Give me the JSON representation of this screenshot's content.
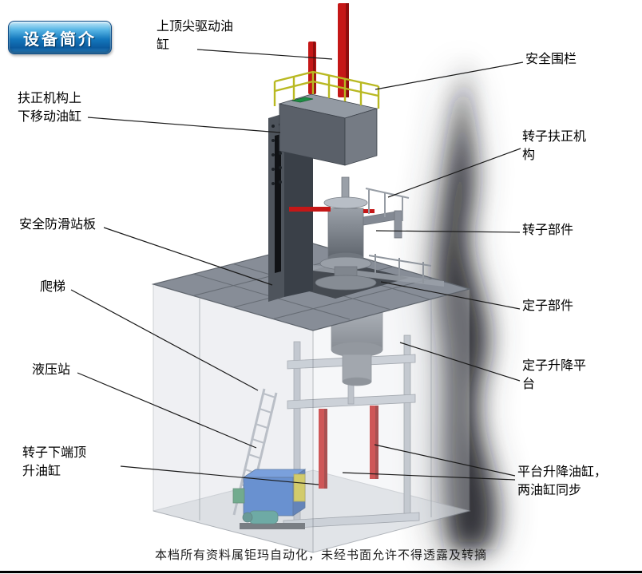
{
  "badge": {
    "label": "设备简介"
  },
  "labels": {
    "top_spindle_cylinder": "上顶尖驱动油缸",
    "safety_fence": "安全围栏",
    "righting_move_cylinder": "扶正机构上下移动油缸",
    "rotor_righting_mechanism": "转子扶正机构",
    "anti_slip_platform": "安全防滑站板",
    "rotor_part": "转子部件",
    "ladder": "爬梯",
    "stator_part": "定子部件",
    "hydraulic_station": "液压站",
    "stator_lift_platform": "定子升降平台",
    "rotor_bottom_jack_cylinder": "转子下端顶升油缸",
    "platform_lift_cylinders": "平台升降油缸，两油缸同步"
  },
  "footer": {
    "text": "本档所有资料属钜玛自动化，未经书面允许不得透露及转摘"
  },
  "colors": {
    "badge_blue": "#1478bd",
    "cylinder_red": "#c51717",
    "railing_yellow": "#b9b922",
    "hydraulic_blue": "#1f5fc4",
    "structure_gray": "#9aa0a8"
  }
}
